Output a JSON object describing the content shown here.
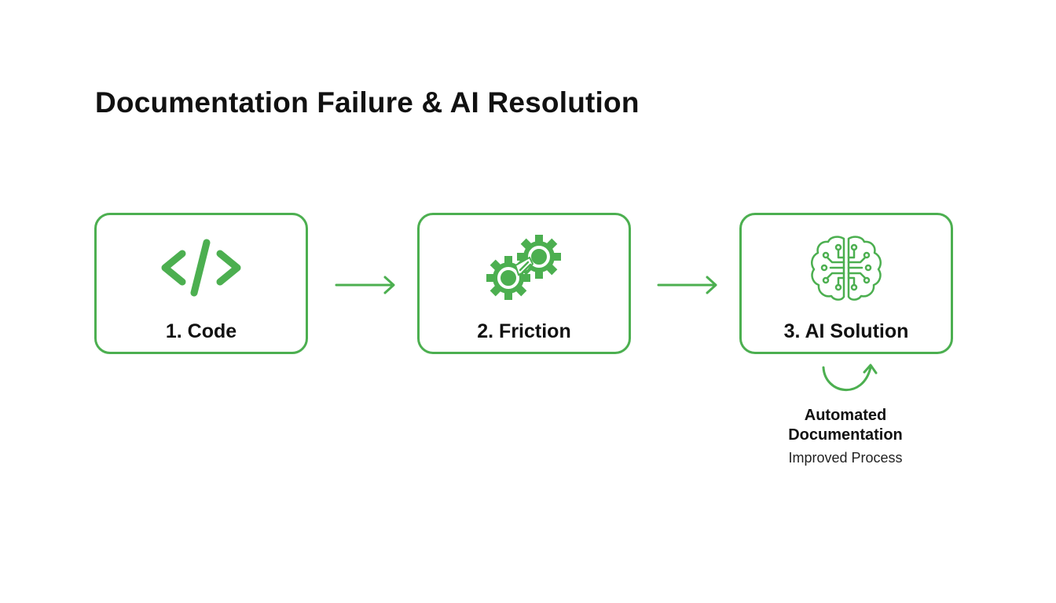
{
  "title": "Documentation Failure & AI Resolution",
  "accent_color": "#4caf50",
  "steps": [
    {
      "label": "1. Code",
      "icon": "code-brackets-icon"
    },
    {
      "label": "2. Friction",
      "icon": "gears-friction-icon"
    },
    {
      "label": "3. AI Solution",
      "icon": "ai-brain-icon"
    }
  ],
  "connectors": [
    {
      "icon": "arrow-right-icon"
    },
    {
      "icon": "arrow-right-icon"
    }
  ],
  "outcome": {
    "icon": "cycle-arrow-icon",
    "title_line1": "Automated",
    "title_line2": "Documentation",
    "subtitle": "Improved Process"
  }
}
